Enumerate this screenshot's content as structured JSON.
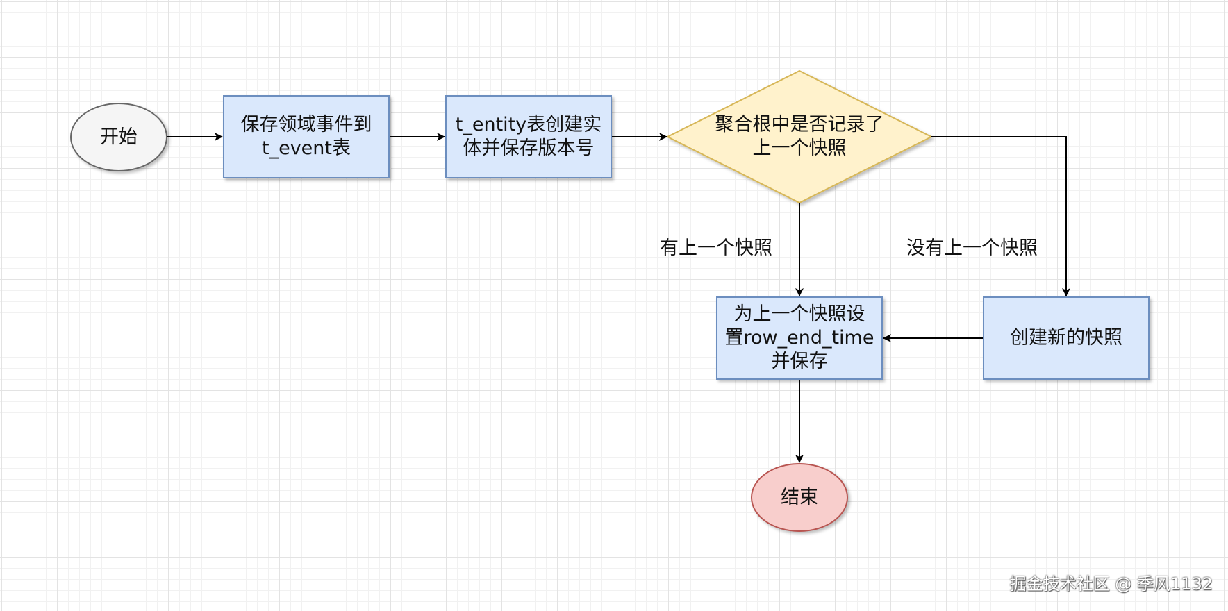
{
  "nodes": {
    "start": "开始",
    "save_event": "保存领域事件到\nt_event表",
    "create_entity": "t_entity表创建实\n体并保存版本号",
    "decision": "聚合根中是否记录了\n上一个快照",
    "set_end_time": "为上一个快照设\n置row_end_time\n并保存",
    "create_snapshot": "创建新的快照",
    "end": "结束"
  },
  "edges": {
    "has_snapshot": "有上一个快照",
    "no_snapshot": "没有上一个快照"
  },
  "watermark": "掘金技术社区 @ 季风1132",
  "colors": {
    "process_fill": "#dae8fc",
    "process_stroke": "#6c8ebf",
    "decision_fill": "#fff2cc",
    "decision_stroke": "#d6b656",
    "start_fill": "#f5f5f5",
    "start_stroke": "#666666",
    "end_fill": "#f8cecc",
    "end_stroke": "#b85450"
  }
}
